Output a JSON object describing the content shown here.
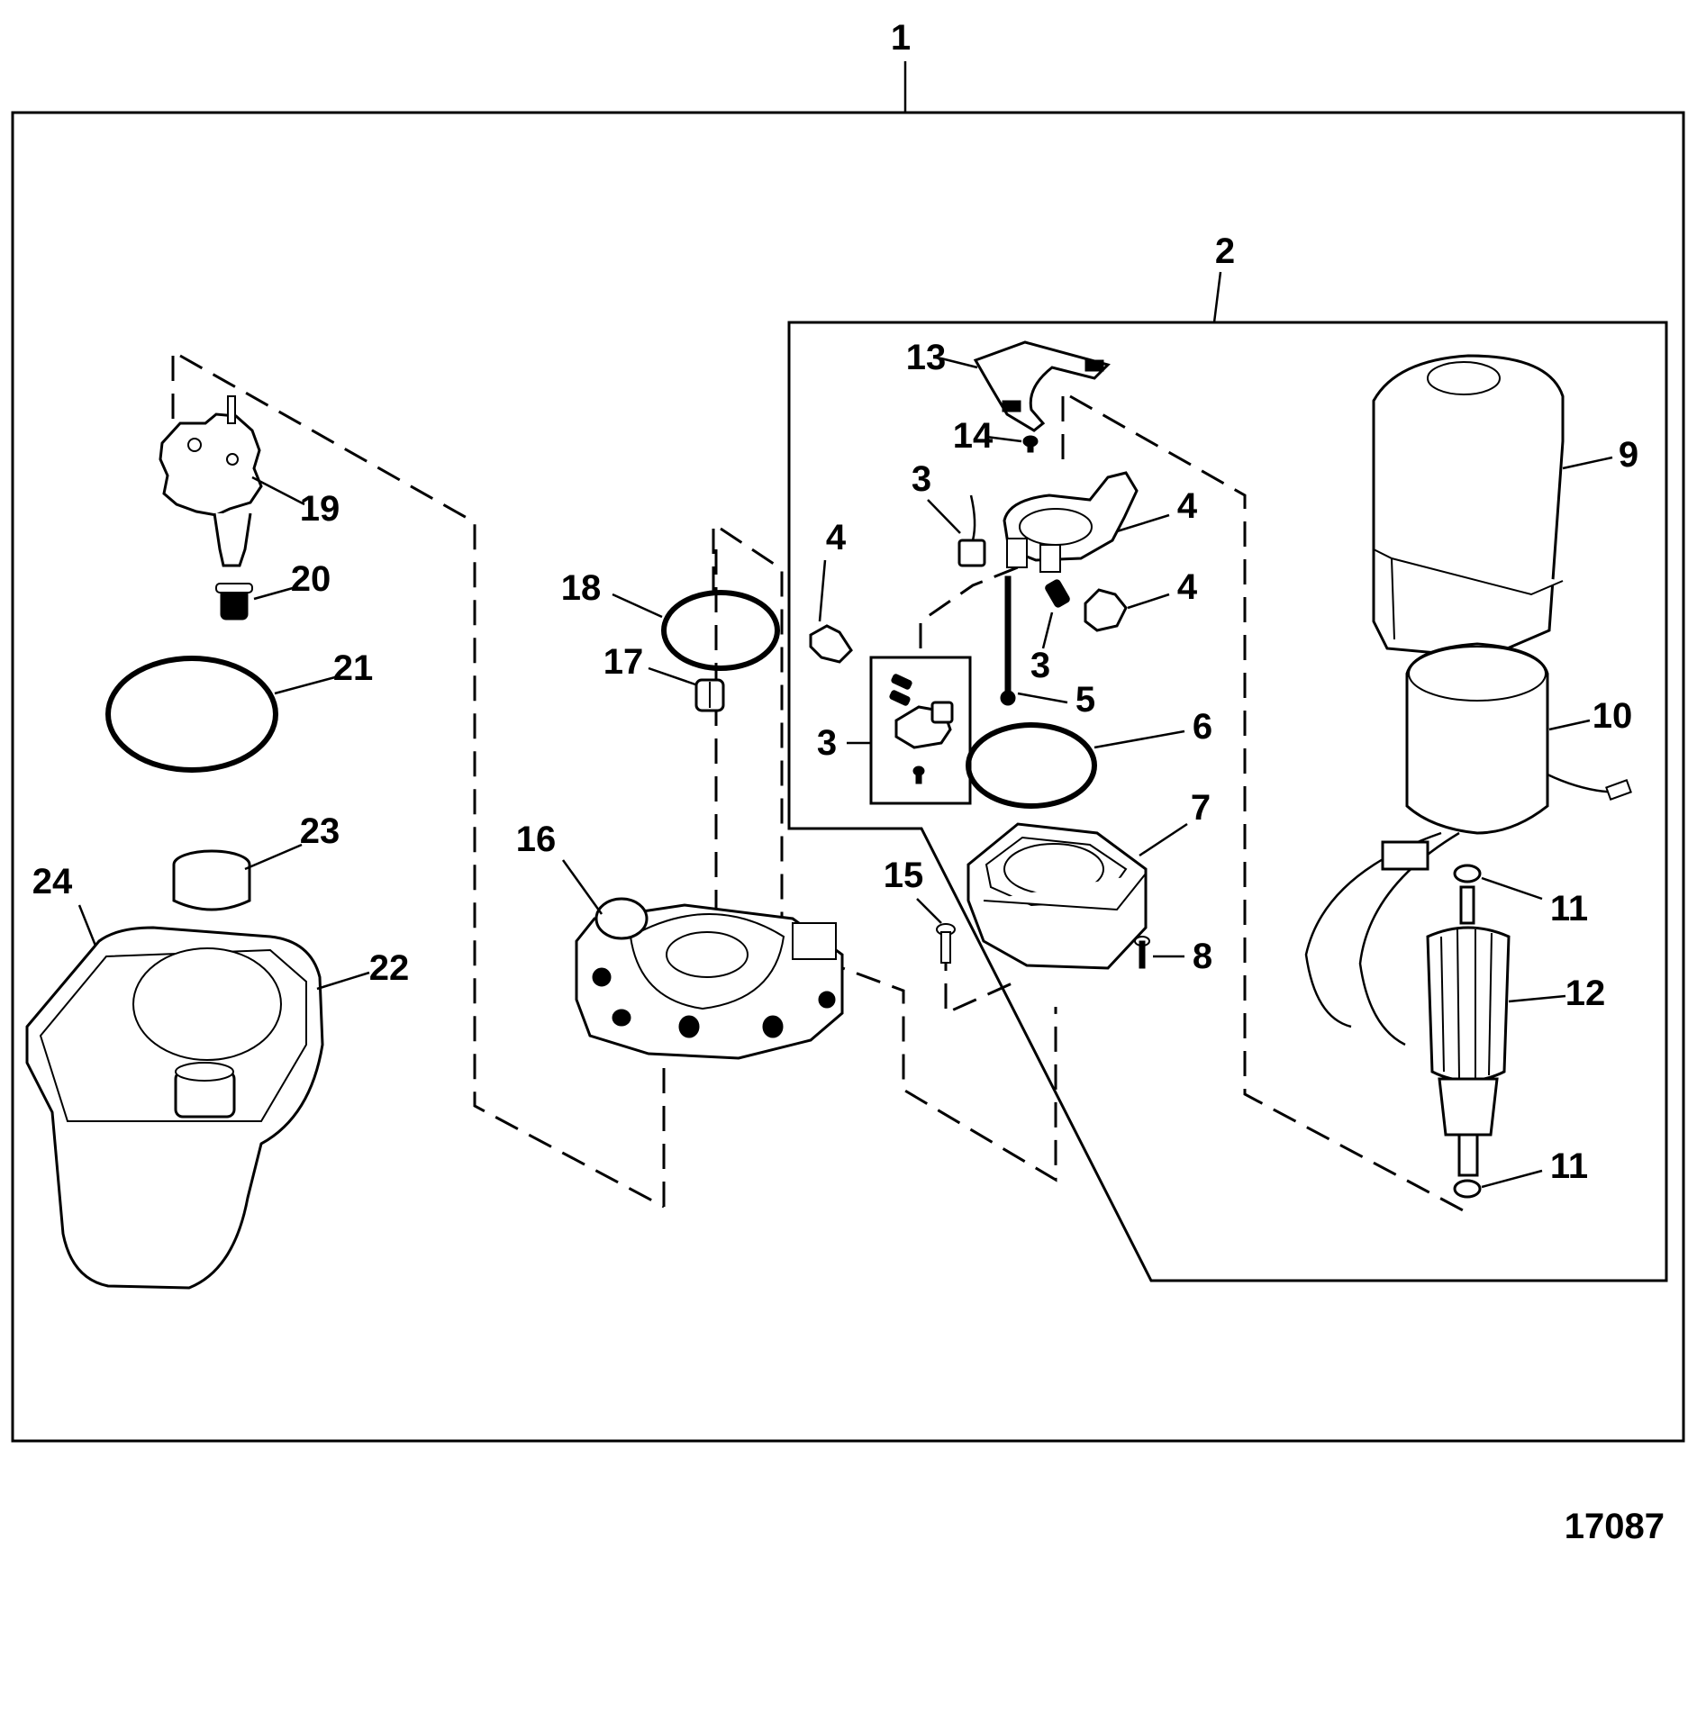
{
  "diagram": {
    "type": "exploded-parts-diagram",
    "drawing_number": "17087",
    "assembly_labels": {
      "pump_assembly": "1",
      "motor_assembly": "2"
    },
    "callouts": [
      {
        "id": "c3a",
        "label": "3"
      },
      {
        "id": "c3b",
        "label": "3"
      },
      {
        "id": "c3c",
        "label": "3"
      },
      {
        "id": "c4a",
        "label": "4"
      },
      {
        "id": "c4b",
        "label": "4"
      },
      {
        "id": "c4c",
        "label": "4"
      },
      {
        "id": "c5",
        "label": "5"
      },
      {
        "id": "c6",
        "label": "6"
      },
      {
        "id": "c7",
        "label": "7"
      },
      {
        "id": "c8",
        "label": "8"
      },
      {
        "id": "c9",
        "label": "9"
      },
      {
        "id": "c10",
        "label": "10"
      },
      {
        "id": "c11a",
        "label": "11"
      },
      {
        "id": "c11b",
        "label": "11"
      },
      {
        "id": "c12",
        "label": "12"
      },
      {
        "id": "c13",
        "label": "13"
      },
      {
        "id": "c14",
        "label": "14"
      },
      {
        "id": "c15",
        "label": "15"
      },
      {
        "id": "c16",
        "label": "16"
      },
      {
        "id": "c17",
        "label": "17"
      },
      {
        "id": "c18",
        "label": "18"
      },
      {
        "id": "c19",
        "label": "19"
      },
      {
        "id": "c20",
        "label": "20"
      },
      {
        "id": "c21",
        "label": "21"
      },
      {
        "id": "c22",
        "label": "22"
      },
      {
        "id": "c23",
        "label": "23"
      },
      {
        "id": "c24",
        "label": "24"
      }
    ],
    "parts": [
      {
        "callout": "1",
        "name": "pump-assembly"
      },
      {
        "callout": "2",
        "name": "motor-assembly"
      },
      {
        "callout": "3",
        "name": "brush-and-spring"
      },
      {
        "callout": "4",
        "name": "brush-holder"
      },
      {
        "callout": "5",
        "name": "through-bolt"
      },
      {
        "callout": "6",
        "name": "o-ring"
      },
      {
        "callout": "7",
        "name": "end-cap"
      },
      {
        "callout": "8",
        "name": "screw"
      },
      {
        "callout": "9",
        "name": "motor-cover"
      },
      {
        "callout": "10",
        "name": "field-frame"
      },
      {
        "callout": "11",
        "name": "washer"
      },
      {
        "callout": "12",
        "name": "armature"
      },
      {
        "callout": "13",
        "name": "brush-plate-bracket"
      },
      {
        "callout": "14",
        "name": "screw"
      },
      {
        "callout": "15",
        "name": "screw"
      },
      {
        "callout": "16",
        "name": "pump-body"
      },
      {
        "callout": "17",
        "name": "coupler"
      },
      {
        "callout": "18",
        "name": "o-ring"
      },
      {
        "callout": "19",
        "name": "pump-gear-assembly"
      },
      {
        "callout": "20",
        "name": "filter"
      },
      {
        "callout": "21",
        "name": "o-ring"
      },
      {
        "callout": "22",
        "name": "reservoir"
      },
      {
        "callout": "23",
        "name": "fill-cap"
      },
      {
        "callout": "24",
        "name": "screw"
      }
    ]
  }
}
